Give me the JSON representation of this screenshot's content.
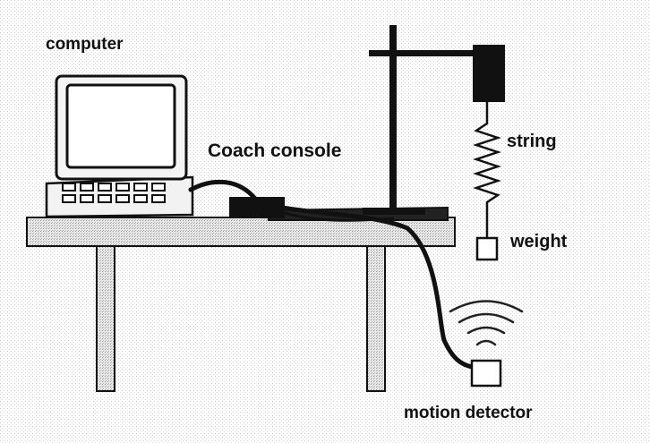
{
  "labels": {
    "computer": "computer",
    "console": "Coach console",
    "string": "string",
    "weight": "weight",
    "detector": "motion detector"
  },
  "colors": {
    "background": "#ffffff",
    "stipple": "#d6d6d6",
    "ink": "#111111"
  }
}
